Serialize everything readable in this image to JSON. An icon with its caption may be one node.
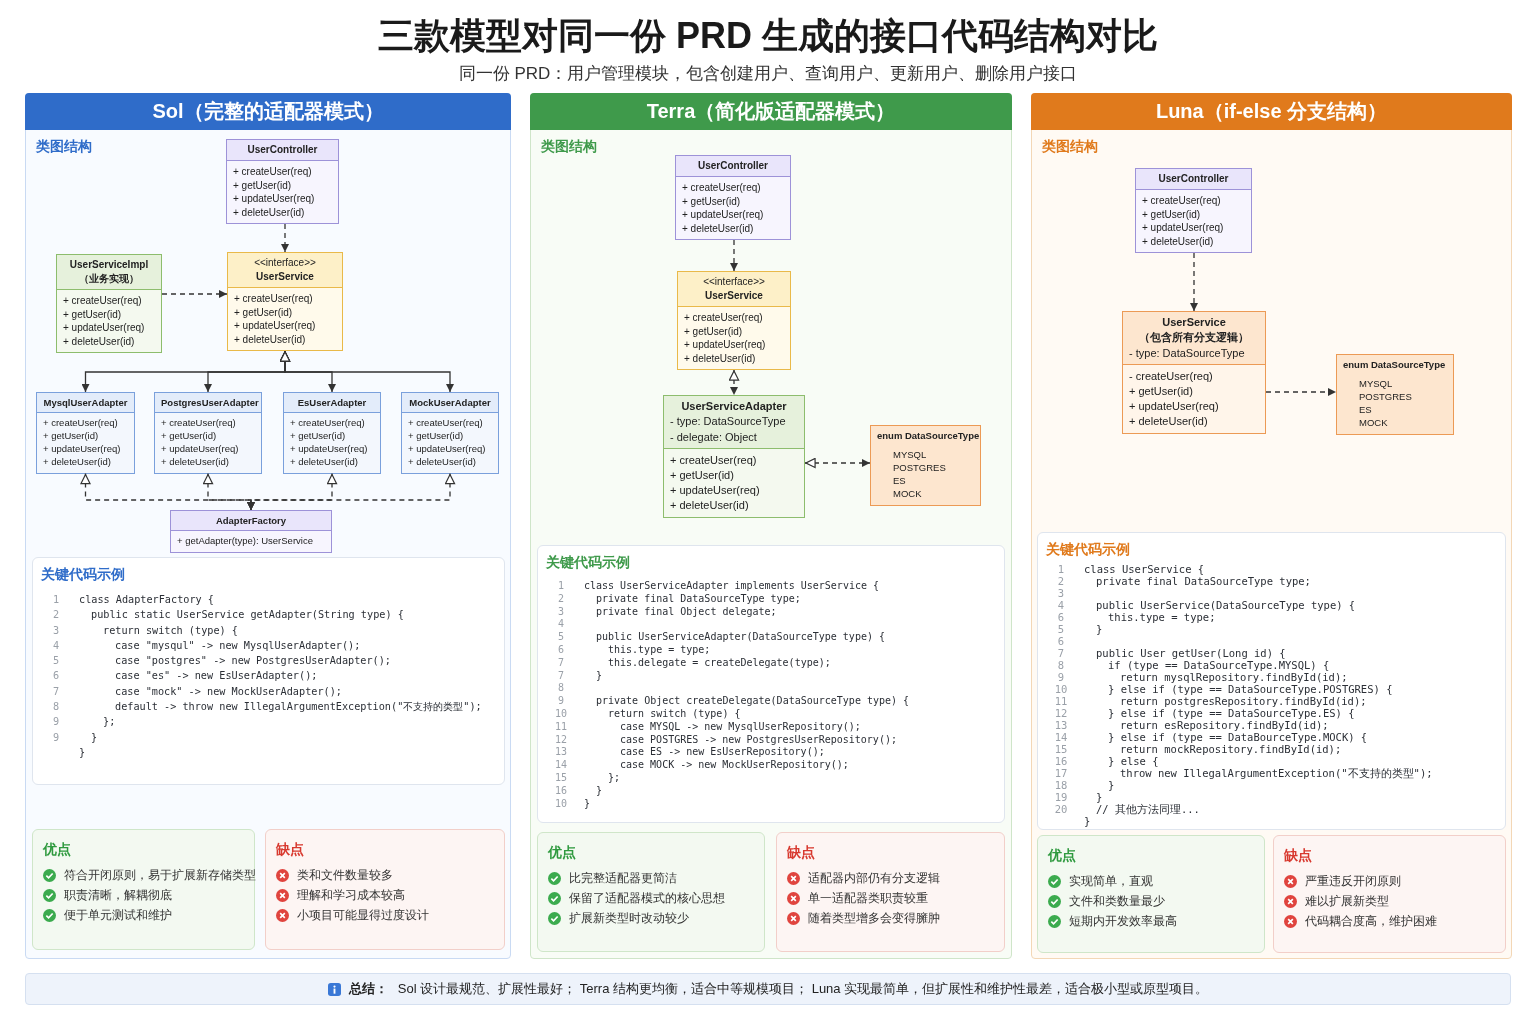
{
  "diagram": {
    "title": "三款模型对同一份 PRD 生成的接口代码结构对比",
    "nodes": [
      {
        "text": [
          "Sol（完整的适配器模式）",
          "类图结构"
        ]
      },
      {
        "text": [
          "UserController",
          "+ createUser(req)",
          "+ getUser(id)",
          "+ updateUser(req)",
          "+ deleteUser(id)"
        ],
        "in": 0
      },
      {
        "text": [
          "UserServiceImpl",
          "（业务实现）",
          "+ createUser(req)",
          "+ getUser(id)",
          "+ updateUser(req)",
          "+ deleteUser(id)"
        ],
        "in": 0
      },
      {
        "text": [
          "<<interface>>",
          "UserService",
          "+ createUser(req)",
          "+ getUser(id)",
          "+ updateUser(req)",
          "+ deleteUser(id)"
        ],
        "in": 0
      },
      {
        "text": [
          "MysqlUserAdapter",
          "+ createUser(req)",
          "+ getUser(id)",
          "+ updateUser(req)",
          "+ deleteUser(id)"
        ],
        "in": 0
      },
      {
        "text": [
          "PostgresUserAdapter",
          "+ createUser(req)",
          "+ getUser(id)",
          "+ updateUser(req)",
          "+ deleteUser(id)"
        ],
        "in": 0
      },
      {
        "text": [
          "EsUserAdapter",
          "+ createUser(req)",
          "+ getUser(id)",
          "+ updateUser(req)",
          "+ deleteUser(id)"
        ],
        "in": 0
      },
      {
        "text": [
          "MockUserAdapter",
          "+ createUser(req)",
          "+ getUser(id)",
          "+ updateUser(req)",
          "+ deleteUser(id)"
        ],
        "in": 0
      },
      {
        "text": [
          "AdapterFactory",
          "+ getAdapter(type): UserService"
        ],
        "in": 0
      },
      {
        "text": [
          "关键代码示例",
          "1",
          "class AdapterFactory {",
          "2",
          "public static UserService getAdapter(String type) {",
          "3",
          "return switch (type) {",
          "4",
          "case \"mysqul\" -> new MysqlUserAdapter();",
          "5",
          "case \"postgres\" -> new PostgresUserAdapter();",
          "6",
          "case \"es\" -> new EsUserAdapter();",
          "7",
          "case \"mock\" -> new MockUserAdapter();",
          "8",
          "default -> throw new IllegalArgumentException(\"不支持的类型\");",
          "9",
          "};",
          "9",
          "}",
          "}"
        ],
        "in": 0
      },
      {
        "text": [
          "优点",
          "符合开闭原则，易于扩展新存储类型",
          "职责清晰，解耦彻底",
          "便于单元测试和维护"
        ],
        "in": 0
      },
      {
        "text": [
          "缺点",
          "类和文件数量较多",
          "理解和学习成本较高",
          "小项目可能显得过度设计"
        ],
        "in": 0
      },
      {
        "text": [
          "Terra（简化版适配器模式）",
          "类图结构"
        ]
      },
      {
        "text": [
          "UserController",
          "+ createUser(req)",
          "+ getUser(id)",
          "+ updateUser(req)",
          "+ deleteUser(id)"
        ],
        "in": 12
      },
      {
        "text": [
          "<<interface>>",
          "UserService",
          "+ createUser(req)",
          "+ getUser(id)",
          "+ updateUser(req)",
          "+ deleteUser(id)"
        ],
        "in": 12
      },
      {
        "text": [
          "UserServiceAdapter",
          "- type: DataSourceType",
          "- delegate: Object",
          "+ createUser(req)",
          "+ getUser(id)",
          "+ updateUser(req)",
          "+ deleteUser(id)"
        ],
        "in": 12
      },
      {
        "text": [
          "enum DataSourceType",
          "MYSQL",
          "POSTGRES",
          "ES",
          "MOCK"
        ],
        "in": 12
      },
      {
        "text": [
          "关键代码示例",
          "1",
          "class UserServiceAdapter implements UserService {",
          "2",
          "private final DataSourceType type;",
          "3",
          "private final Object delegate;",
          "4",
          "5",
          "public UserServiceAdapter(DataSourceType type) {",
          "6",
          "this.type = type;",
          "7",
          "this.delegate = createDelegate(type);",
          "7",
          "}",
          "8",
          "9",
          "private Object createDelegate(DataSourceType type) {",
          "10",
          "return switch (type) {",
          "11",
          "case MYSQL -> new MysqlUserRepository();",
          "12",
          "case POSTGRES -> new PostgresUserRepository();",
          "13",
          "case ES -> new EsUserRepository();",
          "14",
          "case MOCK -> new MockUserRepository();",
          "15",
          "};",
          "16",
          "}",
          "10",
          "}"
        ],
        "in": 12
      },
      {
        "text": [
          "优点",
          "比完整适配器更简洁",
          "保留了适配器模式的核心思想",
          "扩展新类型时改动较少"
        ],
        "in": 12
      },
      {
        "text": [
          "缺点",
          "适配器内部仍有分支逻辑",
          "单一适配器类职责较重",
          "随着类型增多会变得臃肿"
        ],
        "in": 12
      },
      {
        "text": [
          "Luna（if-else 分支结构）",
          "类图结构"
        ]
      },
      {
        "text": [
          "UserController",
          "+ createUser(req)",
          "+ getUser(id)",
          "+ updateUser(req)",
          "+ deleteUser(id)"
        ],
        "in": 20
      },
      {
        "text": [
          "UserService",
          "（包含所有分支逻辑）",
          "- type: DataSourceType",
          "- createUser(req)",
          "+ getUser(id)",
          "+ updateUser(req)",
          "+ deleteUser(id)"
        ],
        "in": 20
      },
      {
        "text": [
          "enum DataSourceType",
          "MYSQL",
          "POSTGRES",
          "ES",
          "MOCK"
        ],
        "in": 20
      },
      {
        "text": [
          "关键代码示例",
          "1",
          "class UserService {",
          "2",
          "private final DataSourceType type;",
          "3",
          "4",
          "public UserService(DataSourceType type) {",
          "6",
          "this.type = type;",
          "5",
          "}",
          "6",
          "7",
          "public User getUser(Long id) {",
          "8",
          "if (type == DataSourceType.MYSQL) {",
          "9",
          "return mysqlRepository.findById(id);",
          "10",
          "} else if (type == DataSourceType.POSTGRES) {",
          "11",
          "return postgresRepository.findById(id);",
          "12",
          "} else if (type == DataSourceType.ES) {",
          "13",
          "return esRepository.findById(id);",
          "14",
          "} else if (type == DataBourceType.MOCK) {",
          "15",
          "return mockRepository.findById(id);",
          "16",
          "} else {",
          "17",
          "throw new IllegalArgumentException(\"不支持的类型\");",
          "18",
          "}",
          "19",
          "}",
          "20",
          "// 其他方法同理...",
          "}"
        ],
        "in": 20
      },
      {
        "text": [
          "优点",
          "实现简单，直观",
          "文件和类数量最少",
          "短期内开发效率最高"
        ],
        "in": 20
      },
      {
        "text": [
          "缺点",
          "严重违反开闭原则",
          "难以扩展新类型",
          "代码耦合度高，维护困难"
        ],
        "in": 20
      },
      {
        "text": [
          "总结：",
          "Sol 设计最规范、扩展性最好； Terra 结构更均衡，适合中等规模项目； Luna 实现最简单，但扩展性和维护性最差，适合极小型或原型项目。"
        ]
      }
    ],
    "edges": [
      {
        "from": 1,
        "to": 3,
        "arrow": "to",
        "style": "dashed"
      },
      {
        "from": 2,
        "to": 3,
        "arrow": "to",
        "style": "dashed"
      },
      {
        "from": 3,
        "to": 4,
        "arrow": "both"
      },
      {
        "from": 3,
        "to": 5,
        "arrow": "both"
      },
      {
        "from": 3,
        "to": 6,
        "arrow": "both"
      },
      {
        "from": 3,
        "to": 7,
        "arrow": "both"
      },
      {
        "from": 4,
        "to": 8,
        "arrow": "both",
        "style": "dashed"
      },
      {
        "from": 5,
        "to": 8,
        "arrow": "both",
        "style": "dashed"
      },
      {
        "from": 6,
        "to": 8,
        "arrow": "both",
        "style": "dashed"
      },
      {
        "from": 7,
        "to": 8,
        "arrow": "both",
        "style": "dashed"
      },
      {
        "from": 13,
        "to": 14,
        "arrow": "to",
        "style": "dashed"
      },
      {
        "from": 14,
        "to": 15,
        "arrow": "both",
        "style": "dashed"
      },
      {
        "from": 15,
        "to": 16,
        "arrow": "both",
        "style": "dashed"
      },
      {
        "from": 21,
        "to": 22,
        "arrow": "to",
        "style": "dashed"
      },
      {
        "from": 22,
        "to": 23,
        "arrow": "to",
        "style": "dashed"
      }
    ],
    "labels": [
      "同一份 PRD：用户管理模块，包含创建用户、查询用户、更新用户、删除用户接口"
    ]
  }
}
